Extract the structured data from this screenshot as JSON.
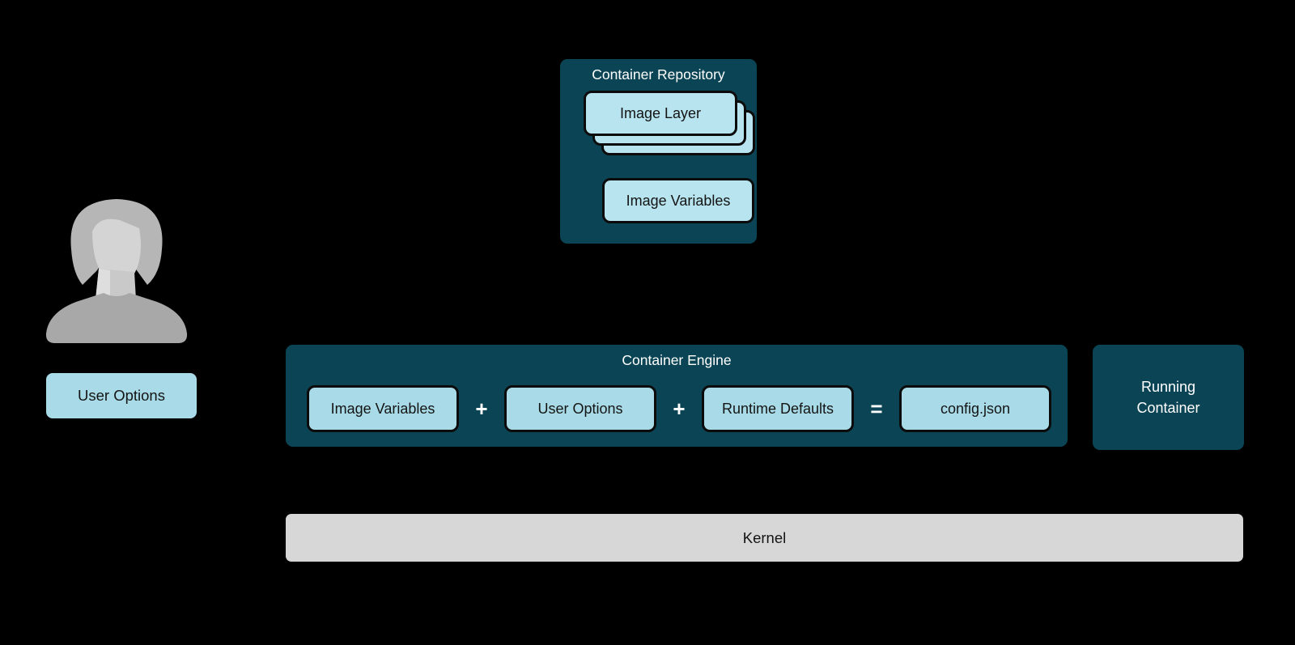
{
  "colors": {
    "background": "#000000",
    "panel_teal": "#0b4555",
    "box_blue": "#a8dbe7",
    "repo_box_blue": "#b7e4ee",
    "box_border": "#0b0b0b",
    "kernel_gray": "#d7d7d7",
    "title_text": "#ffffff",
    "label_text": "#141414",
    "avatar_gray": "#b5b5b5"
  },
  "user": {
    "options_label": "User Options"
  },
  "repository": {
    "title": "Container Repository",
    "image_layer_label": "Image Layer",
    "image_variables_label": "Image Variables"
  },
  "engine": {
    "title": "Container Engine",
    "boxes": [
      "Image Variables",
      "User Options",
      "Runtime Defaults",
      "config.json"
    ],
    "operators": [
      "+",
      "+",
      "="
    ]
  },
  "running_container": {
    "line1": "Running",
    "line2": "Container"
  },
  "kernel": {
    "label": "Kernel"
  }
}
